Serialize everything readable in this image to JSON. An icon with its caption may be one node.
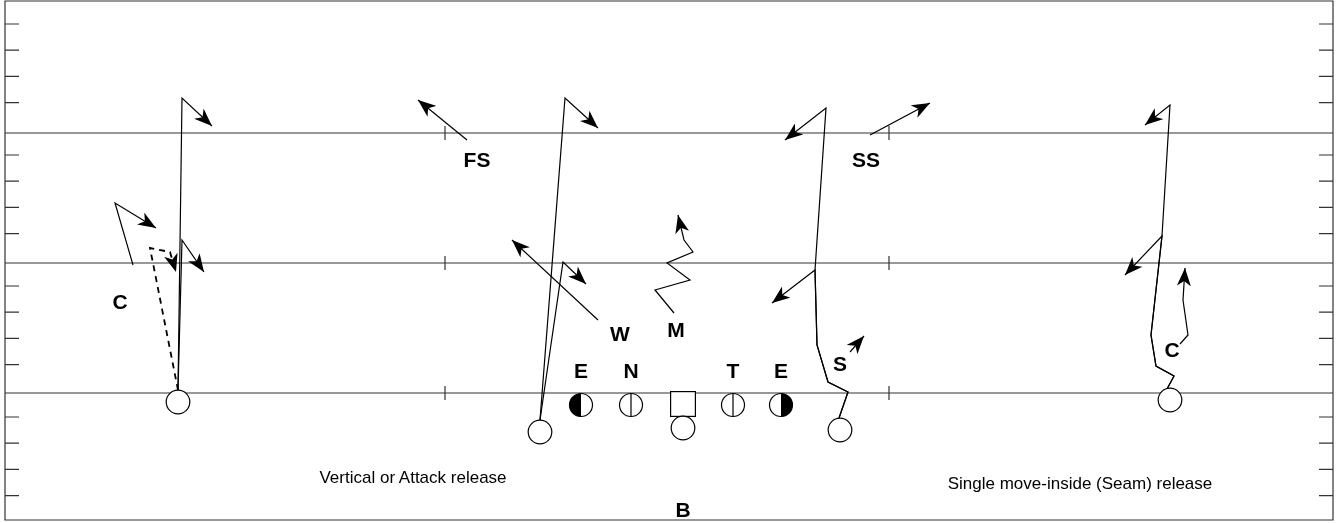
{
  "diagram": {
    "nodes": [
      {
        "text": [
          "FS"
        ]
      },
      {
        "text": [
          "SS"
        ]
      },
      {
        "text": [
          "C"
        ]
      },
      {
        "text": [
          "W"
        ]
      },
      {
        "text": [
          "M"
        ]
      },
      {
        "text": [
          "S"
        ]
      },
      {
        "text": [
          "C"
        ]
      },
      {
        "text": [
          "E"
        ]
      },
      {
        "text": [
          "N"
        ]
      },
      {
        "text": [],
        "shape": "box"
      },
      {
        "text": [
          "T"
        ]
      },
      {
        "text": [
          "E"
        ]
      },
      {
        "text": [],
        "shape": "circle"
      },
      {
        "text": [],
        "shape": "circle"
      },
      {
        "text": [],
        "shape": "circle"
      },
      {
        "text": [],
        "shape": "circle"
      },
      {
        "text": [],
        "shape": "circle"
      }
    ],
    "edges": [
      {
        "from": 12,
        "to": null,
        "arrow": "to"
      },
      {
        "from": 12,
        "to": null,
        "arrow": "to"
      },
      {
        "from": 12,
        "to": null,
        "arrow": "to",
        "style": "dashed"
      },
      {
        "from": 13,
        "to": null,
        "arrow": "to"
      },
      {
        "from": 13,
        "to": null,
        "arrow": "to"
      },
      {
        "from": 15,
        "to": null,
        "arrow": "to"
      },
      {
        "from": 15,
        "to": null,
        "arrow": "to"
      },
      {
        "from": 16,
        "to": null,
        "arrow": "to"
      },
      {
        "from": 16,
        "to": null,
        "arrow": "to"
      },
      {
        "from": 0,
        "to": null,
        "arrow": "to"
      },
      {
        "from": 1,
        "to": null,
        "arrow": "to"
      },
      {
        "from": 2,
        "to": null,
        "arrow": "to"
      },
      {
        "from": 3,
        "to": null,
        "arrow": "to"
      },
      {
        "from": 4,
        "to": null,
        "arrow": "to"
      },
      {
        "from": 5,
        "to": null,
        "arrow": "to"
      },
      {
        "from": 6,
        "to": null,
        "arrow": "to"
      }
    ],
    "labels": [
      "Vertical or Attack release",
      "Single move-inside (Seam) release",
      "B"
    ]
  }
}
